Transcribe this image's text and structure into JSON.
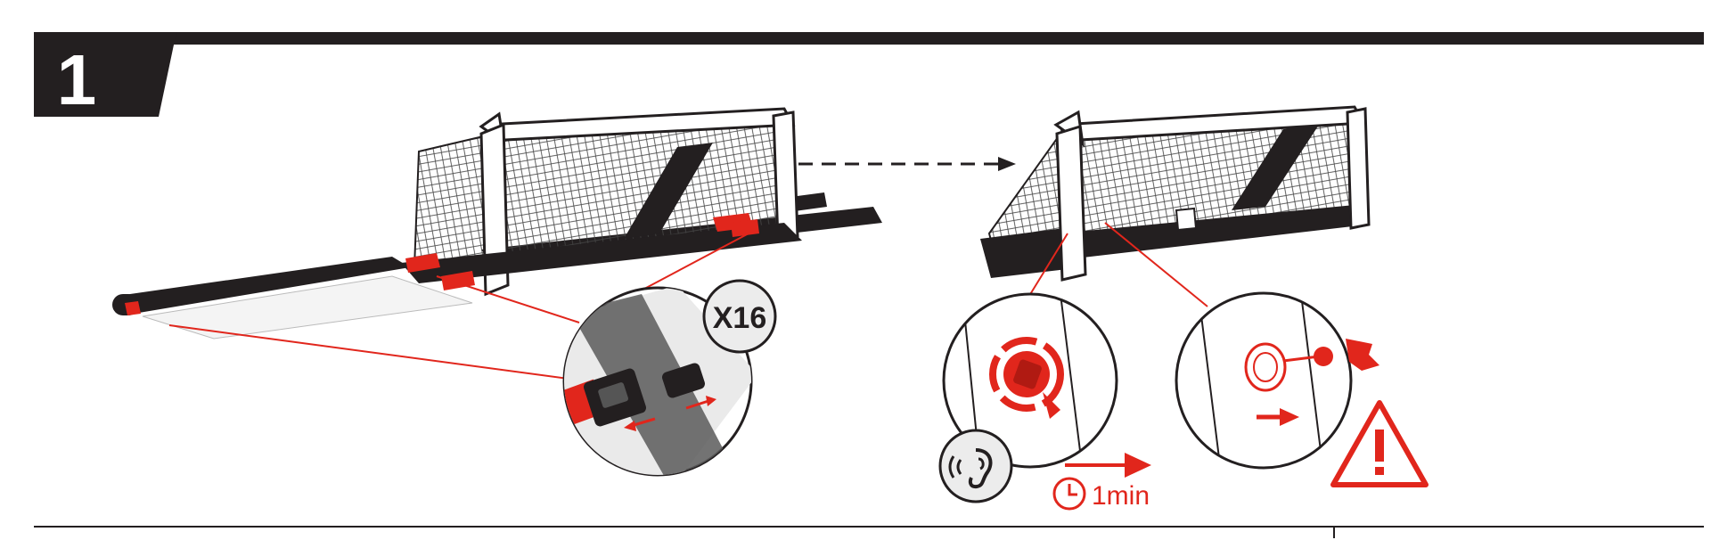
{
  "step": {
    "number": "1"
  },
  "zoom_buckle": {
    "quantity_label": "X16"
  },
  "zoom_valve": {
    "timer_label": "1min"
  },
  "icons": [
    "net-frame-icon",
    "buckle-strap-icon",
    "valve-inflate-icon",
    "listen-ear-icon",
    "clock-icon",
    "warning-triangle-icon",
    "arrow-right-icon"
  ],
  "colors": {
    "accent_red": "#e1261c",
    "ink": "#231f20",
    "frame_white": "#ffffff",
    "net_grey": "#555555"
  }
}
